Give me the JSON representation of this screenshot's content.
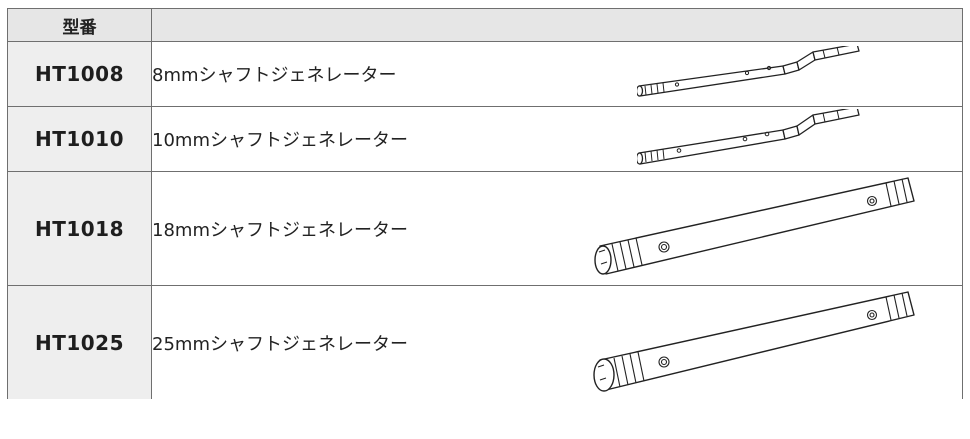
{
  "table": {
    "header": {
      "model": "型番",
      "description": ""
    },
    "rows": [
      {
        "model": "HT1008",
        "description": "8mmシャフトジェネレーター",
        "image": "generator-probe-icon"
      },
      {
        "model": "HT1010",
        "description": "10mmシャフトジェネレーター",
        "image": "generator-probe-icon"
      },
      {
        "model": "HT1018",
        "description": "18mmシャフトジェネレーター",
        "image": "generator-probe-icon"
      },
      {
        "model": "HT1025",
        "description": "25mmシャフトジェネレーター",
        "image": "generator-probe-icon"
      }
    ]
  }
}
